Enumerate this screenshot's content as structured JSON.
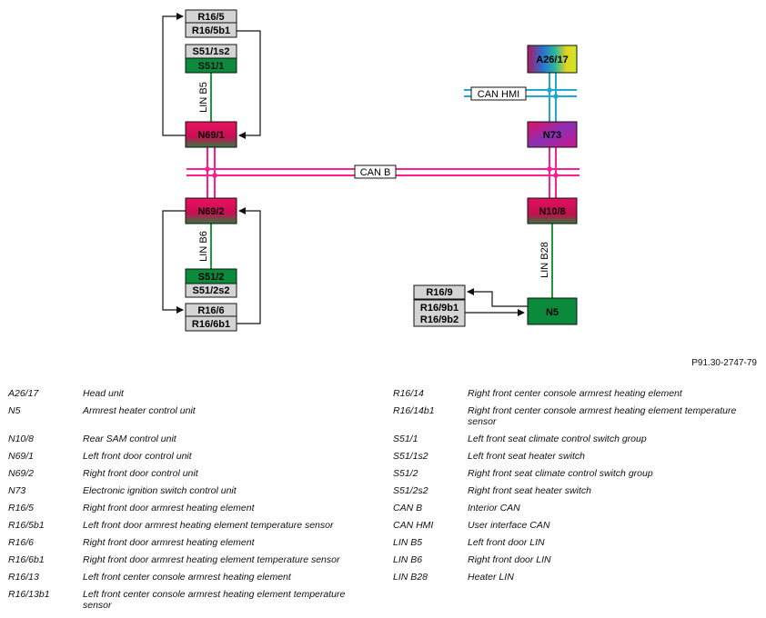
{
  "diagram": {
    "boxes": {
      "r16_5": "R16/5",
      "r16_5b1": "R16/5b1",
      "s51_1s2": "S51/1s2",
      "s51_1": "S51/1",
      "n69_1": "N69/1",
      "n69_2": "N69/2",
      "s51_2": "S51/2",
      "s51_2s2": "S51/2s2",
      "r16_6": "R16/6",
      "r16_6b1": "R16/6b1",
      "a26_17": "A26/17",
      "n73": "N73",
      "n10_8": "N10/8",
      "r16_9": "R16/9",
      "r16_9b1": "R16/9b1",
      "r16_9b2": "R16/9b2",
      "n5": "N5"
    },
    "bus_labels": {
      "can_b": "CAN B",
      "can_hmi": "CAN HMI",
      "lin_b5": "LIN B5",
      "lin_b6": "LIN B6",
      "lin_b28": "LIN B28"
    },
    "reference": "P91.30-2747-79",
    "colors": {
      "can_b": "#ff1e8c",
      "can_hmi": "#1fa8d6",
      "lin": "#1a9a3a",
      "control_unit": "#e0105f",
      "switch_green": "#0b8a3b",
      "gray_box": "#d4d4d4"
    }
  },
  "legend": {
    "left": [
      {
        "code": "A26/17",
        "desc": "Head unit"
      },
      {
        "code": "N5",
        "desc": "Armrest heater control unit"
      },
      {
        "code": "N10/8",
        "desc": "Rear SAM control unit"
      },
      {
        "code": "N69/1",
        "desc": "Left front door control unit"
      },
      {
        "code": "N69/2",
        "desc": "Right front door control unit"
      },
      {
        "code": "N73",
        "desc": "Electronic ignition switch control unit"
      },
      {
        "code": "R16/5",
        "desc": "Right front door armrest heating element"
      },
      {
        "code": "R16/5b1",
        "desc": "Left front door armrest heating element temperature sensor"
      },
      {
        "code": "R16/6",
        "desc": "Right front door armrest heating element"
      },
      {
        "code": "R16/6b1",
        "desc": "Right front door armrest heating element temperature sensor"
      },
      {
        "code": "R16/13",
        "desc": "Left front center console armrest heating element"
      },
      {
        "code": "R16/13b1",
        "desc": "Left front center console armrest heating element temperature sensor"
      }
    ],
    "right": [
      {
        "code": "R16/14",
        "desc": "Right front center console armrest heating element"
      },
      {
        "code": "R16/14b1",
        "desc": "Right front center console armrest heating element temperature sensor"
      },
      {
        "code": "S51/1",
        "desc": "Left front seat climate control switch group"
      },
      {
        "code": "S51/1s2",
        "desc": "Left front seat heater switch"
      },
      {
        "code": "S51/2",
        "desc": "Right front seat climate control switch group"
      },
      {
        "code": "S51/2s2",
        "desc": "Right front seat heater switch"
      },
      {
        "code": "CAN B",
        "desc": "Interior CAN"
      },
      {
        "code": "CAN HMI",
        "desc": "User interface CAN"
      },
      {
        "code": "LIN B5",
        "desc": "Left front door LIN"
      },
      {
        "code": "LIN B6",
        "desc": "Right front door LIN"
      },
      {
        "code": "LIN B28",
        "desc": "Heater LIN"
      }
    ]
  }
}
